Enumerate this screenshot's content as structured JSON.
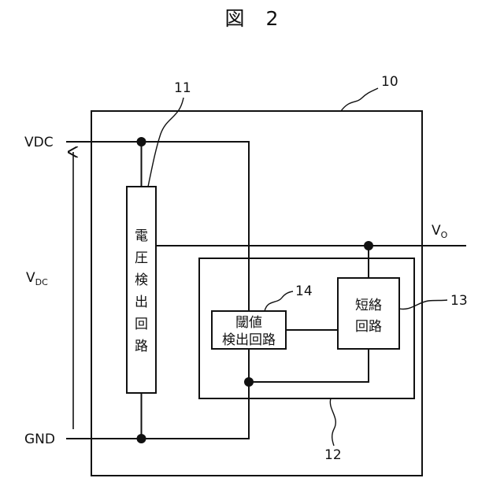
{
  "figure": {
    "title": "図　2"
  },
  "terminals": {
    "vdc": "VDC",
    "gnd": "GND",
    "vout_main": "V",
    "vout_sub": "O",
    "vdc_voltage_main": "V",
    "vdc_voltage_sub": "DC"
  },
  "blocks": {
    "voltage_detector": {
      "ref": "11",
      "chars": [
        "電",
        "圧",
        "検",
        "出",
        "回",
        "路"
      ]
    },
    "device": {
      "ref": "10"
    },
    "inner_unit": {
      "ref": "12"
    },
    "short_circuit": {
      "ref": "13",
      "lines": [
        "短絡",
        "回路"
      ]
    },
    "threshold_detector": {
      "ref": "14",
      "lines": [
        "閾値",
        "検出回路"
      ]
    }
  }
}
